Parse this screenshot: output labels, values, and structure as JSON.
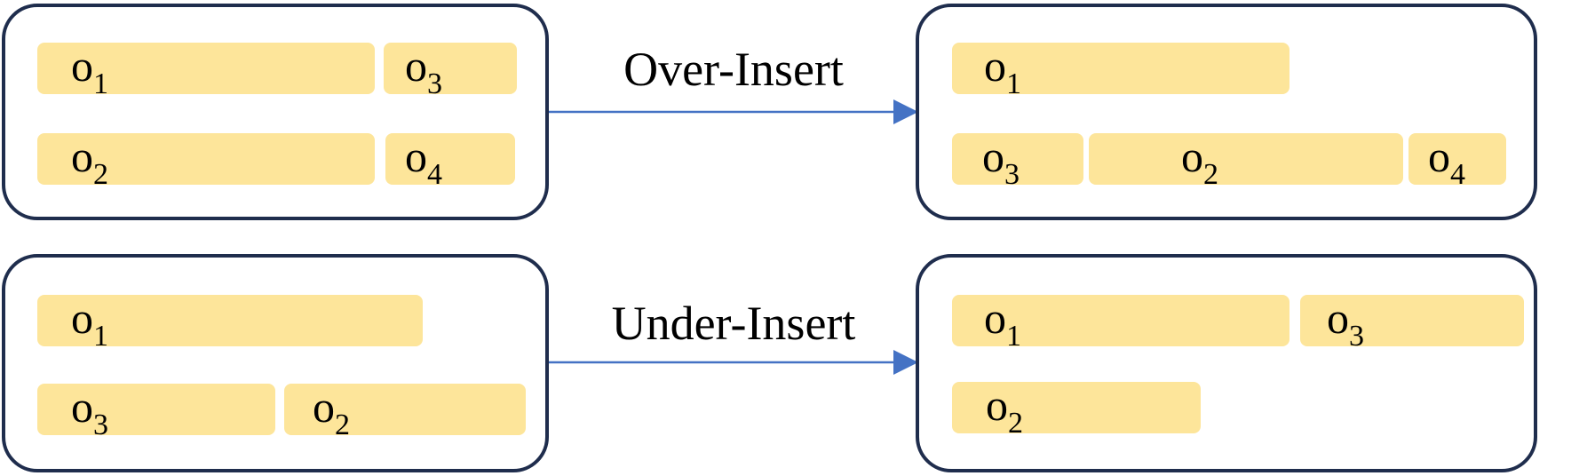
{
  "operations": [
    {
      "label": "Over-Insert",
      "before": [
        {
          "main": "o",
          "sub": "1"
        },
        {
          "main": "o",
          "sub": "3"
        },
        {
          "main": "o",
          "sub": "2"
        },
        {
          "main": "o",
          "sub": "4"
        }
      ],
      "after": [
        {
          "main": "o",
          "sub": "1"
        },
        {
          "main": "o",
          "sub": "3"
        },
        {
          "main": "o",
          "sub": "2"
        },
        {
          "main": "o",
          "sub": "4"
        }
      ]
    },
    {
      "label": "Under-Insert",
      "before": [
        {
          "main": "o",
          "sub": "1"
        },
        {
          "main": "o",
          "sub": "3"
        },
        {
          "main": "o",
          "sub": "2"
        }
      ],
      "after": [
        {
          "main": "o",
          "sub": "1"
        },
        {
          "main": "o",
          "sub": "3"
        },
        {
          "main": "o",
          "sub": "2"
        }
      ]
    }
  ],
  "colors": {
    "block_fill": "#fde59a",
    "panel_stroke": "#1f2d4d",
    "arrow": "#4472c4"
  }
}
